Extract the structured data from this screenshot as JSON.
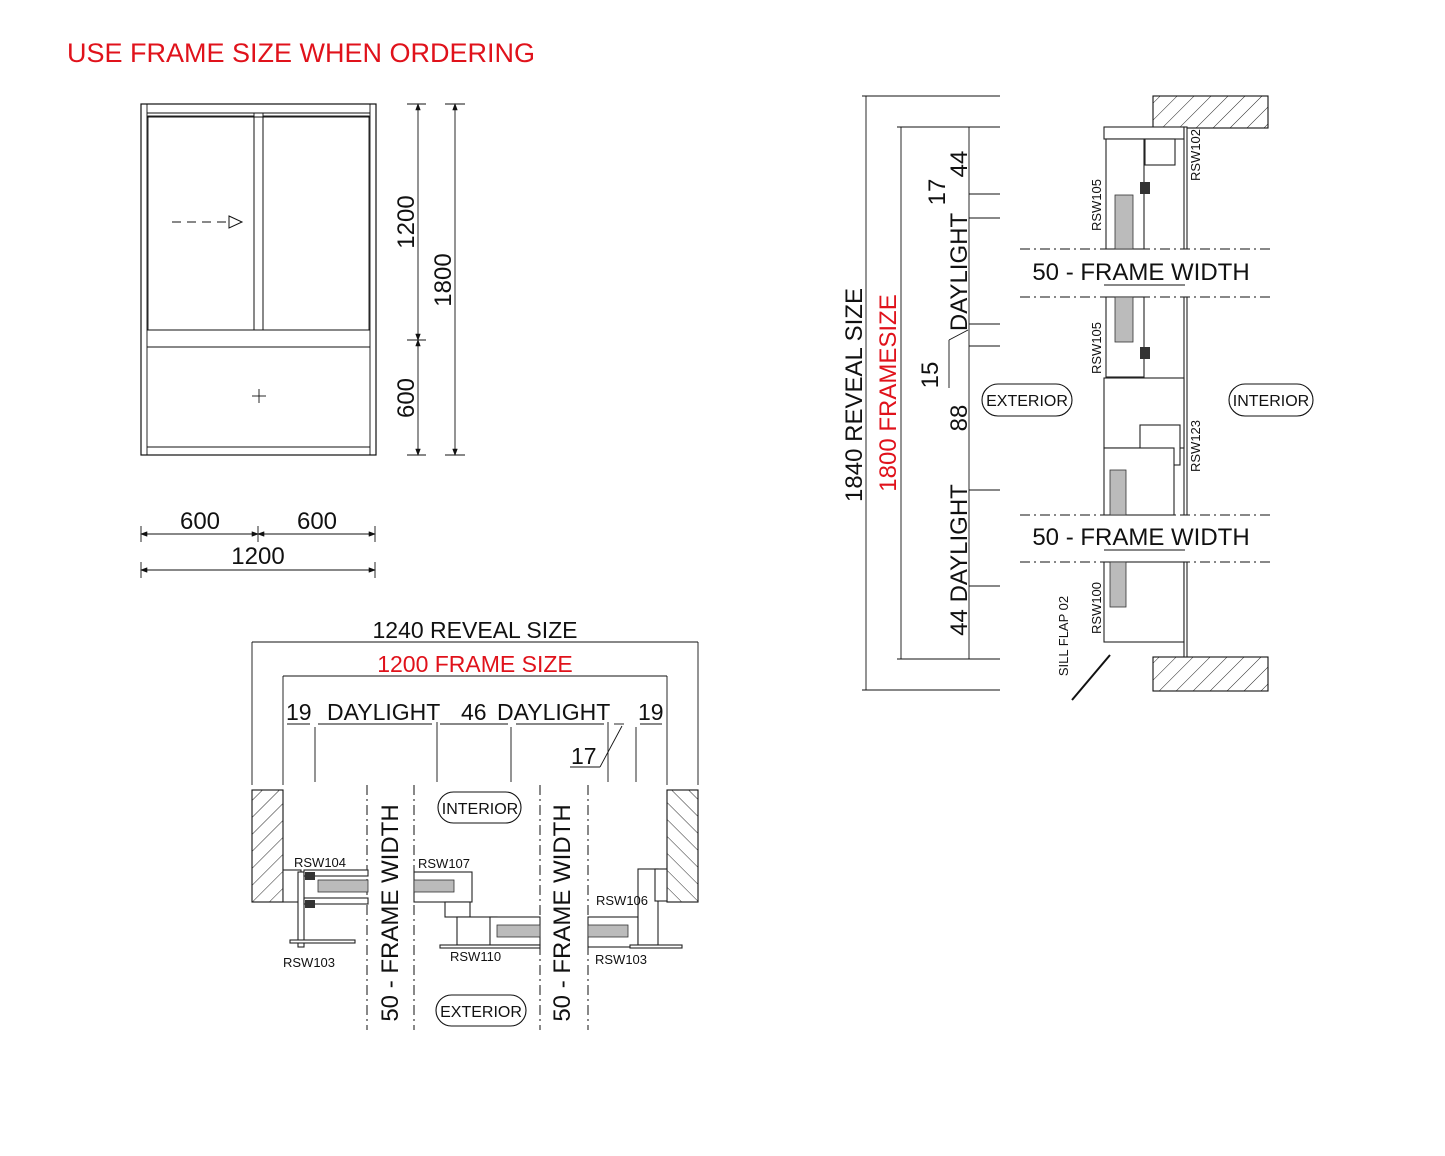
{
  "header": {
    "note": "USE FRAME SIZE WHEN ORDERING",
    "note_color": "#e0121b"
  },
  "elevation": {
    "height_upper": "1200",
    "height_lower": "600",
    "height_total": "1800",
    "width_left": "600",
    "width_right": "600",
    "width_total": "1200",
    "sliding_arrow": "arrow-right-dashed",
    "fixed_marker": "plus"
  },
  "horizontal_section": {
    "reveal_label": "1240 REVEAL SIZE",
    "frame_label": "1200 FRAME SIZE",
    "dim_left": "19",
    "daylight_1": "DAYLIGHT",
    "dim_mid": "46",
    "daylight_2": "DAYLIGHT",
    "dim_right": "19",
    "dim_17": "17",
    "frame_width_1": "50 - FRAME WIDTH",
    "frame_width_2": "50 - FRAME WIDTH",
    "interior": "INTERIOR",
    "exterior": "EXTERIOR",
    "parts": {
      "rsw104": "RSW104",
      "rsw103_left": "RSW103",
      "rsw107": "RSW107",
      "rsw110": "RSW110",
      "rsw106": "RSW106",
      "rsw103_right": "RSW103"
    }
  },
  "vertical_section": {
    "reveal_label": "1840 REVEAL SIZE",
    "frame_label": "1800 FRAMESIZE",
    "dim_top": "44",
    "dim_17": "17",
    "daylight_1": "DAYLIGHT",
    "dim_15": "15",
    "dim_88": "88",
    "daylight_2": "44 DAYLIGHT",
    "frame_width_1": "50 - FRAME WIDTH",
    "frame_width_2": "50 - FRAME WIDTH",
    "exterior": "EXTERIOR",
    "interior": "INTERIOR",
    "parts": {
      "rsw105_top": "RSW105",
      "rsw102": "RSW102",
      "rsw105_mid": "RSW105",
      "rsw123": "RSW123",
      "rsw100": "RSW100",
      "sill_flap": "SILL FLAP 02"
    }
  }
}
